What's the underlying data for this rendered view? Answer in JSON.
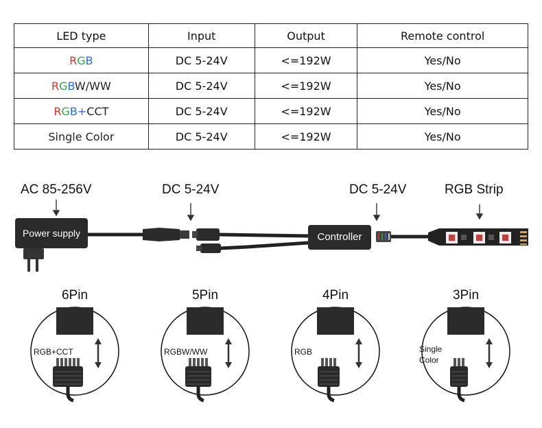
{
  "table": {
    "headers": [
      "LED type",
      "Input",
      "Output",
      "Remote control"
    ],
    "rows": [
      {
        "segments": [
          {
            "t": "R",
            "c": "cR"
          },
          {
            "t": "G",
            "c": "cG"
          },
          {
            "t": "B",
            "c": "cB"
          }
        ],
        "input": "DC 5-24V",
        "output": "<=192W",
        "remote": "Yes/No"
      },
      {
        "segments": [
          {
            "t": "R",
            "c": "cR"
          },
          {
            "t": "G",
            "c": "cG"
          },
          {
            "t": "B",
            "c": "cB"
          },
          {
            "t": "W/WW",
            "c": "cK"
          }
        ],
        "input": "DC 5-24V",
        "output": "<=192W",
        "remote": "Yes/No"
      },
      {
        "segments": [
          {
            "t": "R",
            "c": "cR"
          },
          {
            "t": "G",
            "c": "cG"
          },
          {
            "t": "B",
            "c": "cB"
          },
          {
            "t": "+",
            "c": "cB"
          },
          {
            "t": "CCT",
            "c": "cK"
          }
        ],
        "input": "DC 5-24V",
        "output": "<=192W",
        "remote": "Yes/No"
      },
      {
        "segments": [
          {
            "t": "Single Color",
            "c": "cK"
          }
        ],
        "input": "DC 5-24V",
        "output": "<=192W",
        "remote": "Yes/No"
      }
    ]
  },
  "diagram": {
    "ac_label": "AC 85-256V",
    "dc_label_1": "DC 5-24V",
    "dc_label_2": "DC 5-24V",
    "strip_label": "RGB Strip",
    "power_supply": "Power supply",
    "controller": "Controller"
  },
  "pins": [
    {
      "title": "6Pin",
      "label": "RGB+CCT",
      "count": 6
    },
    {
      "title": "5Pin",
      "label": "RGBW/WW",
      "count": 5
    },
    {
      "title": "4Pin",
      "label": "RGB",
      "count": 4
    },
    {
      "title": "3Pin",
      "label": "Single\nColor",
      "count": 3
    }
  ],
  "colors": {
    "red": "#e0302a",
    "green": "#2aa84a",
    "blue": "#2a6fd6",
    "device": "#2a2a2a"
  }
}
